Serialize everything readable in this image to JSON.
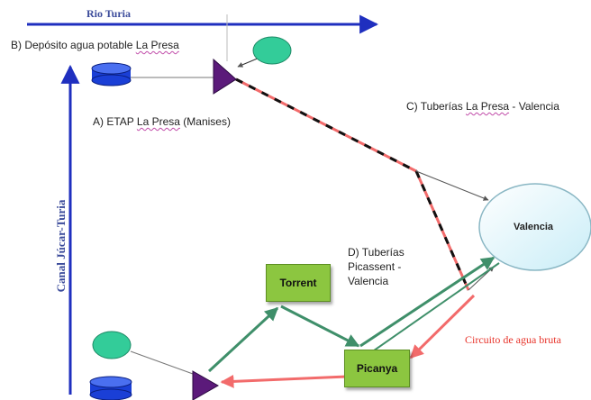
{
  "labels": {
    "rio_turia": "Rio Turia",
    "canal": "Canal Júcar-Turia",
    "deposito_prefix": "B) Depósito agua potable ",
    "deposito_place": "La Presa",
    "etap_prefix": "A) ETAP ",
    "etap_place": "La Presa",
    "etap_suffix": " (Manises)",
    "tuberias_c_prefix": "C) Tuberías ",
    "tuberias_c_place": "La Presa",
    "tuberias_c_suffix": " - Valencia",
    "tuberias_d_line1": "D) Tuberías",
    "tuberias_d_line2": "Picassent -",
    "tuberias_d_line3": "Valencia",
    "valencia": "Valencia",
    "torrent": "Torrent",
    "picanya": "Picanya",
    "circuito": "Circuito de agua bruta"
  },
  "colors": {
    "river_blue": "#1f2fbf",
    "green_box": "#8cc640",
    "green_node": "#33cc99",
    "tank_blue": "#1a3fd6",
    "triangle_purple": "#5b1a7a",
    "green_line": "#3f8f6a",
    "red_line": "#f26b6b",
    "valencia_fill": "#d5f3fa",
    "circuito_red": "#e8352c"
  }
}
